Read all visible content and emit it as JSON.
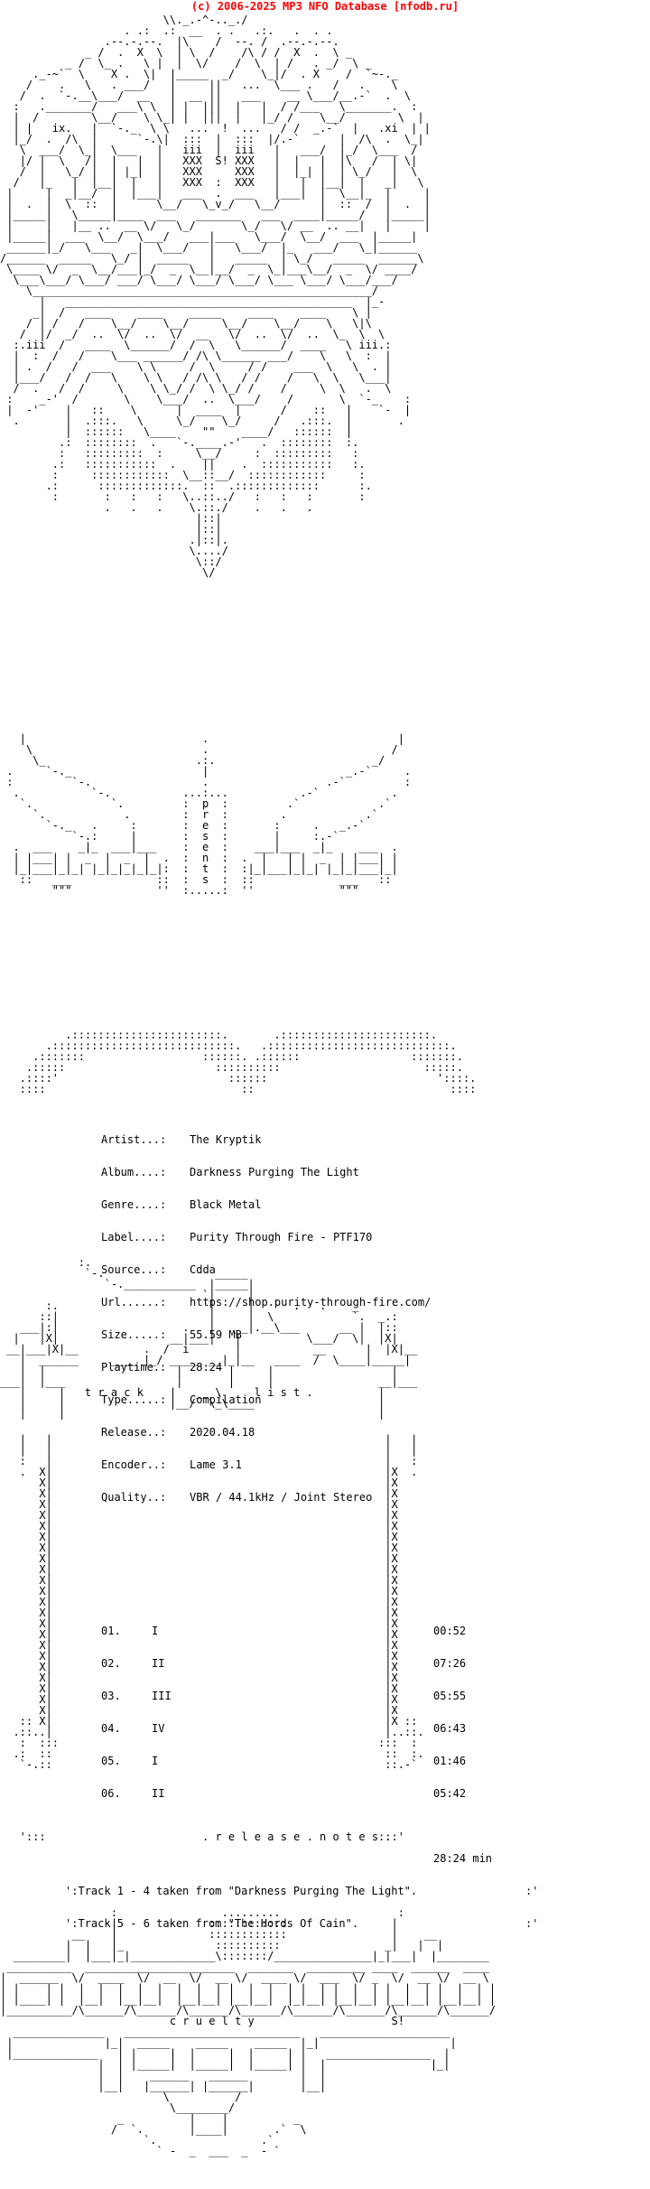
{
  "header": {
    "copyright": "(c) 2006-2025 MP3 NFO Database [nfodb.ru]"
  },
  "art": {
    "logo_top": "                         \\\\._.-^-.._./\n                   . .:  .:  __  . .   .:.   .  . .\n                .--.-.--.  |\\    /  --. /  .--.-.--.\n             _ /  .  X  \\  | \\  /    /\\ / /  X  .  \\ _\n          _ /  \\_ .   \\ |  |  \\/    /  \\  | /   . _/  \\ _\n     ._-~`  \\    X .  \\|  |_____  _/    \\_|/  . X    /  `~-._\n    /    .   \\   . ___/   |     ||   ...  \\___ .   /   .    \\\n   /  .  `-.__\\___/  __   |  __ ||   ___    __ \\___/__.-`  .  \\\n  :   ._______/   ___\\ \\  | |  |||  |   |  / /___   \\_______.  :\n  |  /        \\__/    \\ \\_| |  |||  |   |_/ /    \\__/        \\  |\n  | |   ix.   |  `-._  \\ \\   ...  !  ...   / /  _.-`  |   .xi  | |\n  |_/  .  /\\  |      `-.\\|  :::  |  :::  |/.-`      |  /\\  .  \\_|\n   \\  ___/  \\_|  \\___   |   iii  |  iii   |   ___/  |_/  \\___  /\n   |/ |  \\   /|  |   |  |   XXX  S! XXX   |  |   |  |\\   /  | \\|\n   /  |   \\_/ |  | |_|  |   XXX     XXX   |  |_| |  | \\_/   |  \\\n  /   |_   |  |__|  |   |   XXX  :  XXX   |   |  |__|  |   _|   \\\n |     |  _|__/  |  |___|   ___  .  ___   |___|  |  \\__|_  |     |\n |  .  |  \\  ::  |      \\__/   \\_v_/   \\__/      |  ::  /  |  .  |\n |_____|   \\_____|____  ___   _______   ___  ____|_____/   |_____|\n |     |   |__ ..  __ \\/   \\_/       \\_/   \\/ __  .. __|   |     |\n |_____|  ___  \\__/  \\___/   ___|___   \\___/  \\__/  ___  |_____|\n ______|_/   \\___   _|  \\___/   |   \\___/  |_   ___/   \\_|______\n/______  _____   \\_/ |  _____   |   _____  | \\_/   _____  ______\\\n \\____ \\/  _  \\__/___|_/  _  \\__|__/  _  \\_|___\\__/  _  \\/ ____/\n  \\___\\___/ \\___/ ___/ \\___/ \\___/ \\___/ \\___ \\___/ \\___/___/\n    \\____________________________________________________/\n      |   ____________________________________________  |_-\n     _|  /   ____    ____    _____    ____    ____    \\ |\n    / | /   /    \\__/    \\__/     \\__/    \\__/    \\   \\|\\\n   /  |/  _/  ..  \\/  ..  \\/  __   \\/  ..  \\/  ..  \\_  \\  \\\n  :.iii  /   ____  \\______/  /  \\   \\______/  ____   \\ iii.:\n  |  :  /   /    \\___ ______/ /\\ \\______ ___/    \\   \\  :  |\n  | .  /   /  ___    \\ \\     /  \\     / /    ___  \\   \\  . |\n  |___/   /  /   \\    \\ \\   / /\\ \\   / /    /   \\  \\   \\___|\n  /  .   /  /     \\    \\ \\_/ /  \\ \\_/ /    /     \\  \\   .  \\\n :    _-'  /       \\    \\___/  ..  \\___/    /       \\  `-_    :\n |  -'    |   ::    \\      |  ____  |      /    ::   |    `-  |\n  .       |  .:::.   \\     \\_/    \\_/     /   .:::.  |       .\n          |  ::::::   \\____    \"\"    ____/   ::::::  |\n         .:  ::::::::  .   `-.____.-'   .  ::::::::  :.\n         :   :::::::::  :     \\__/     :  :::::::::   :\n        .:   :::::::::::  .    ||    .  :::::::::::   :.\n        :     ::::::::::::  \\__::__/  ::::::::::::     :\n       .:      :::::::::::::.  ::  .:::::::::::::      :.\n        :       :   :   :   \\..::../   :   :   :       :\n                .   .   .    \\.::./    .   .   .\n                              |::|\n                              |::|\n                             .|::|.\n                             \\..../\n                              \\::/\n                               \\/",
    "logo_mid": "   |                           .                             |\n    \\                          .                            /\n     \\_                       .:.                        _/\n .     `-._                    |                     _.-`     .\n :         `-.                 .                  .-`         :\n  .           `-.           ...:...           .-`           .\n   `.            `.         :  p  :         .`            .`\n     `.            .        :  r  :        .            .`\n       `-._   .     :       :  e  :       :     .   _.-`\n           `-.:     |       :  s  :       |     :.-`\n  .  ___    _|_  ___|___    :  e  :    ___|___  _|_    ___  .\n  | |___| |  _  |  _  |  .  :  n  :  .  |   | |  _  | |___| |\n  |_|___|_|_| |_|_|_|_|_|:  :  t  :  :|_|___|_|_| |_|_|___|_|\n   ::   ___             ::  :  s  :  ::             ___   ::\n        \"\"\"             ''  :.....:  ''             \"\"\"\n",
    "divider": "          .:::::::::::::::::::::::.       .:::::::::::::::::::::::.\n       .::::::::::::::::::::::::::::.   .::::::::::::::::::::::::::::.\n     .:::::::                  ::::::. .::::::                 :::::::.\n    .:::::                       ::::::::::                      :::::.\n   .::::'                          ::::::                          '::::.\n   ::::                              ::                              ::::",
    "tracklist_frame": "            :.\n             `-.                 _____\n                `-.___________  |_____|\n                               `|     |\n       :.                       |     |      .   .    _\n      ::|                       |     |  \\            `.  _.:\n   ___|:|                   .   |   __|.__\\___      __ |  |::\n  |   |X|                 __|___|   |          \\___/  \\|  |X|\n __|___|X|__          .  /  i       |           __      |  |X|__\n   |  ______     ____ |_/ _____ __|_|__   ____  /  \\____|_____|\n   |  |                    |       |     |                  |\n___|  |___                 |       |     |                __|___\n   |     |   t r a c k    |   __ \\     l i s t .          |\n   |     |                |__/  \\_\\____                   |\n___|_____|___                            _________________|___",
    "tracklist_side": "   |   |                                                   |   |\n   |   |                                                   |   |\n   :   |                                                   |   :\n   .  X|                                                   |X  .\n      X|                                                   |X\n      X|                                                   |X\n      X|                                                   |X\n      X|                                                   |X\n      X|                                                   |X\n      X|                                                   |X\n      X|                                                   |X\n      X|                                                   |X\n      X|                                                   |X\n      X|                                                   |X\n      X|                                                   |X\n      X|                                                   |X\n      X|                                                   |X\n      X|                                                   |X\n      X|                                                   |X\n      X|                                                   |X\n      X|                                                   |X\n      X|                                                   |X\n      X|                                                   |X\n      X|                                                   |X\n      X|                                                   |X\n      X|                                                   |X\n   :: X|                                                   |X ::\n  .::..|                                                   |..::.\n   :  :::                                                 :::  :\n  .:  ::                                                   ::  :.\n   `-.::                                                   ::.-`",
    "notes_frame": "   ':::                                                   :::'",
    "footer_logo": "                 :                .........                  :\n                 |              ::::::::::::                |\n           __    |              ::::::::::::                |    __\n          |  |   |_              ::::::::::                _|   |  |\n  ________|  |___|_|_____________\\:::::::/_______________|_|___|  |________\n __________  _______________________  _______  _________ ____  ______  ____\n|  ______  \\/  ____  \\/  __  \\/  __ \\/  ____ \\/  ___  \\/ _  \\/  __ \\/  __ \\\n| |    | |  |  |  |  |  |  |  |  | |  |  |  | |  | |  |  | |  |  | |  |  | |\n| |____| |  |__|  |__|__|  |__|__| |__|__|  |_|__| |__|__| |__|__| |__|__| |\n|__________/\\______/\\______/\\______/\\______/\\______/\\______/\\______/\\______/\n                          c r u e l t y                     S!\n  ______________   ___________________________   ____________________\n |              |_|  _____    _____    _____  |_|                    |\n |_____________   | |     |  |     |  |     | |   ________________  |\n               |  | |_____|  |_____|  |_____| |  |                |_|\n               |  |    ______   ______        |  |\n               |__|   |______| |______|       |__|\n                         \\          /\n                          \\________/\n                  _          |    |          _\n                 /  `.       |____|       .`  \\\n                      `.                .`\n                        ` -  _  ___  _  - `"
  },
  "info": {
    "rows": [
      {
        "label": "Artist...:",
        "value": "The Kryptik"
      },
      {
        "label": "Album....:",
        "value": "Darkness Purging The Light"
      },
      {
        "label": "Genre....:",
        "value": "Black Metal"
      },
      {
        "label": "Label....:",
        "value": "Purity Through Fire - PTF170"
      },
      {
        "label": "Source...:",
        "value": "Cdda"
      },
      {
        "label": "Url......:",
        "value": "https://shop.purity-through-fire.com/"
      },
      {
        "label": "Size.....:",
        "value": "55.59 MB"
      },
      {
        "label": "Playtime.:",
        "value": "28:24"
      },
      {
        "label": "Type.....:",
        "value": "Compilation"
      },
      {
        "label": "Release..:",
        "value": "2020.04.18"
      },
      {
        "label": "Encoder..:",
        "value": "Lame 3.1"
      },
      {
        "label": "Quality..:",
        "value": "VBR / 44.1kHz / Joint Stereo"
      }
    ]
  },
  "tracklist": {
    "tracks": [
      {
        "num": "01.",
        "title": "I",
        "time": "00:52"
      },
      {
        "num": "02.",
        "title": "II",
        "time": "07:26"
      },
      {
        "num": "03.",
        "title": "III",
        "time": "05:55"
      },
      {
        "num": "04.",
        "title": "IV",
        "time": "06:43"
      },
      {
        "num": "05.",
        "title": "I",
        "time": "01:46"
      },
      {
        "num": "06.",
        "title": "II",
        "time": "05:42"
      }
    ],
    "total": "28:24 min"
  },
  "notes": {
    "heading": ". r e l e a s e . n o t e s .",
    "lines": [
      "':Track 1 - 4 taken from \"Darkness Purging The Light\".",
      "':Track 5 - 6 taken from \"The Hords Of Cain\"."
    ],
    "line_suffix": ":'"
  }
}
